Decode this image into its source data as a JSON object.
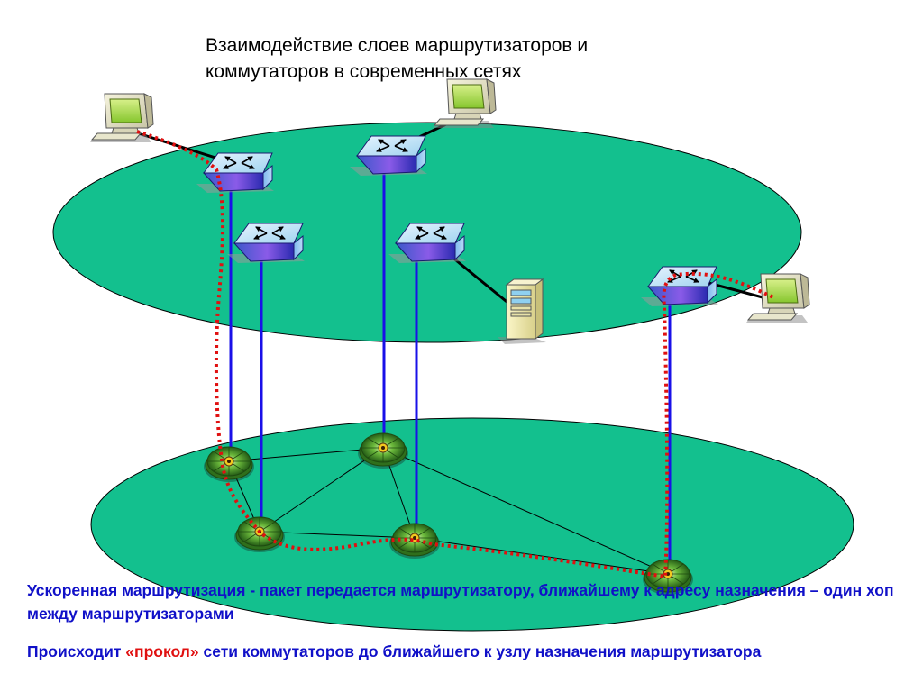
{
  "title": {
    "line1": "Взаимодействие слоев маршрутизаторов и",
    "line2": "коммутаторов в современных сетях"
  },
  "captions": {
    "first": "Ускоренная маршрутизация - пакет передается маршрутизатору, ближайшему к адресу назначения – один хоп между маршрутизаторами",
    "second_before": "Происходит ",
    "second_highlight": "«прокол»",
    "second_after": " сети коммутаторов до ближайшего к узлу назначения маршрутизатора"
  },
  "colors": {
    "plane_fill": "#13c08e",
    "link_blue": "#1a10e8",
    "path_red": "#e01010",
    "caption_text": "#1010c8"
  },
  "icons": {
    "switch": "switch-icon",
    "router": "router-icon",
    "workstation": "workstation-icon",
    "server": "server-icon"
  }
}
